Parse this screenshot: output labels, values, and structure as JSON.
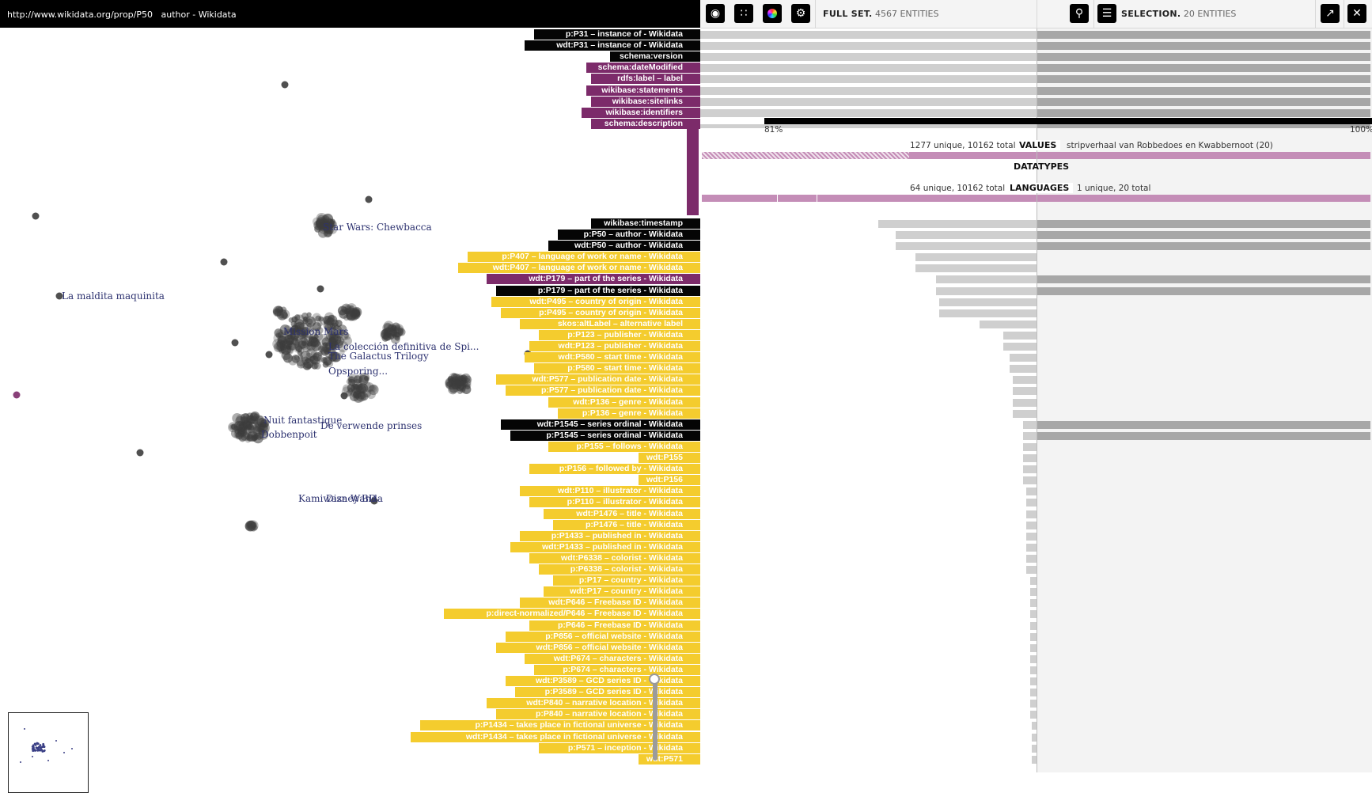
{
  "window": {
    "url": "http://www.wikidata.org/prop/P50",
    "title": "author - Wikidata"
  },
  "toolbar": {
    "full_set_label": "FULL SET.",
    "full_set_count": "4567 ENTITIES",
    "selection_label": "SELECTION.",
    "selection_count": "20 ENTITIES",
    "icons": [
      "eye-icon",
      "scatter-icon",
      "color-wheel-icon",
      "gear-icon",
      "search-icon",
      "list-icon",
      "export-icon",
      "close-icon"
    ]
  },
  "plot": {
    "labels": [
      "Star Wars: Chewbacca",
      "La maldita maquinita",
      "Mission Mars",
      "La colección definitiva de Spi...",
      "The Galactus Trilogy",
      "Opsporing...",
      "Nuit fantastique",
      "De verwende prinses",
      "Dobbenpoit",
      "Kamiwaza Wanda",
      "Disney BD"
    ]
  },
  "details": {
    "completeness_left": "81%",
    "completeness_right": "100%",
    "values_stats": "1277 unique, 10162 total",
    "values_label": "VALUES",
    "values_selection": "stripverhaal van Robbedoes en Kwabbernoot (20)",
    "datatypes_label": "DATATYPES",
    "languages_stats": "64 unique, 10162 total",
    "languages_label": "LANGUAGES",
    "languages_selection": "1 unique, 20 total"
  },
  "colors": {
    "black": "#050505",
    "purple": "#7c2b6a",
    "yellow": "#f4cc2e",
    "dot": "#3d3d3d",
    "label": "#2d3270"
  },
  "properties": [
    {
      "label": "p:P31 – instance of - Wikidata",
      "color": "black",
      "full": 1.0,
      "sel": 1.0
    },
    {
      "label": "wdt:P31 – instance of - Wikidata",
      "color": "black",
      "full": 1.0,
      "sel": 1.0
    },
    {
      "label": "schema:version",
      "color": "black",
      "full": 1.0,
      "sel": 1.0
    },
    {
      "label": "schema:dateModified",
      "color": "purple",
      "full": 1.0,
      "sel": 1.0
    },
    {
      "label": "rdfs:label – label",
      "color": "purple",
      "full": 1.0,
      "sel": 1.0
    },
    {
      "label": "wikibase:statements",
      "color": "purple",
      "full": 1.0,
      "sel": 1.0
    },
    {
      "label": "wikibase:sitelinks",
      "color": "purple",
      "full": 1.0,
      "sel": 1.0
    },
    {
      "label": "wikibase:identifiers",
      "color": "purple",
      "full": 1.0,
      "sel": 1.0
    },
    {
      "label": "schema:description",
      "color": "purple",
      "full": 1.0,
      "sel": 1.0,
      "expanded": true
    },
    {
      "label": "wikibase:timestamp",
      "color": "black",
      "full": 0.47,
      "sel": 1.0
    },
    {
      "label": "p:P50 – author - Wikidata",
      "color": "black",
      "full": 0.42,
      "sel": 1.0
    },
    {
      "label": "wdt:P50 – author - Wikidata",
      "color": "black",
      "full": 0.42,
      "sel": 1.0
    },
    {
      "label": "p:P407 – language of work or name - Wikidata",
      "color": "yellow",
      "full": 0.36,
      "sel": 0
    },
    {
      "label": "wdt:P407 – language of work or name - Wikidata",
      "color": "yellow",
      "full": 0.36,
      "sel": 0
    },
    {
      "label": "wdt:P179 – part of the series - Wikidata",
      "color": "purple",
      "full": 0.3,
      "sel": 1.0
    },
    {
      "label": "p:P179 – part of the series - Wikidata",
      "color": "black",
      "full": 0.3,
      "sel": 1.0
    },
    {
      "label": "wdt:P495 – country of origin - Wikidata",
      "color": "yellow",
      "full": 0.29,
      "sel": 0
    },
    {
      "label": "p:P495 – country of origin - Wikidata",
      "color": "yellow",
      "full": 0.29,
      "sel": 0
    },
    {
      "label": "skos:altLabel – alternative label",
      "color": "yellow",
      "full": 0.17,
      "sel": 0
    },
    {
      "label": "p:P123 – publisher - Wikidata",
      "color": "yellow",
      "full": 0.1,
      "sel": 0
    },
    {
      "label": "wdt:P123 – publisher - Wikidata",
      "color": "yellow",
      "full": 0.1,
      "sel": 0
    },
    {
      "label": "wdt:P580 – start time - Wikidata",
      "color": "yellow",
      "full": 0.08,
      "sel": 0
    },
    {
      "label": "p:P580 – start time - Wikidata",
      "color": "yellow",
      "full": 0.08,
      "sel": 0
    },
    {
      "label": "wdt:P577 – publication date - Wikidata",
      "color": "yellow",
      "full": 0.07,
      "sel": 0
    },
    {
      "label": "p:P577 – publication date - Wikidata",
      "color": "yellow",
      "full": 0.07,
      "sel": 0
    },
    {
      "label": "wdt:P136 – genre - Wikidata",
      "color": "yellow",
      "full": 0.07,
      "sel": 0
    },
    {
      "label": "p:P136 – genre - Wikidata",
      "color": "yellow",
      "full": 0.07,
      "sel": 0
    },
    {
      "label": "wdt:P1545 – series ordinal - Wikidata",
      "color": "black",
      "full": 0.04,
      "sel": 1.0
    },
    {
      "label": "p:P1545 – series ordinal - Wikidata",
      "color": "black",
      "full": 0.04,
      "sel": 1.0
    },
    {
      "label": "p:P155 – follows - Wikidata",
      "color": "yellow",
      "full": 0.04,
      "sel": 0
    },
    {
      "label": "wdt:P155",
      "color": "yellow",
      "full": 0.04,
      "sel": 0
    },
    {
      "label": "p:P156 – followed by - Wikidata",
      "color": "yellow",
      "full": 0.04,
      "sel": 0
    },
    {
      "label": "wdt:P156",
      "color": "yellow",
      "full": 0.04,
      "sel": 0
    },
    {
      "label": "wdt:P110 – illustrator - Wikidata",
      "color": "yellow",
      "full": 0.03,
      "sel": 0
    },
    {
      "label": "p:P110 – illustrator - Wikidata",
      "color": "yellow",
      "full": 0.03,
      "sel": 0
    },
    {
      "label": "wdt:P1476 – title - Wikidata",
      "color": "yellow",
      "full": 0.03,
      "sel": 0
    },
    {
      "label": "p:P1476 – title - Wikidata",
      "color": "yellow",
      "full": 0.03,
      "sel": 0
    },
    {
      "label": "p:P1433 – published in - Wikidata",
      "color": "yellow",
      "full": 0.03,
      "sel": 0
    },
    {
      "label": "wdt:P1433 – published in - Wikidata",
      "color": "yellow",
      "full": 0.03,
      "sel": 0
    },
    {
      "label": "wdt:P6338 – colorist - Wikidata",
      "color": "yellow",
      "full": 0.03,
      "sel": 0
    },
    {
      "label": "p:P6338 – colorist - Wikidata",
      "color": "yellow",
      "full": 0.03,
      "sel": 0
    },
    {
      "label": "p:P17 – country - Wikidata",
      "color": "yellow",
      "full": 0.02,
      "sel": 0
    },
    {
      "label": "wdt:P17 – country - Wikidata",
      "color": "yellow",
      "full": 0.02,
      "sel": 0
    },
    {
      "label": "wdt:P646 – Freebase ID - Wikidata",
      "color": "yellow",
      "full": 0.02,
      "sel": 0
    },
    {
      "label": "p:direct-normalized/P646 – Freebase ID - Wikidata",
      "color": "yellow",
      "full": 0.02,
      "sel": 0
    },
    {
      "label": "p:P646 – Freebase ID - Wikidata",
      "color": "yellow",
      "full": 0.02,
      "sel": 0
    },
    {
      "label": "p:P856 – official website - Wikidata",
      "color": "yellow",
      "full": 0.02,
      "sel": 0
    },
    {
      "label": "wdt:P856 – official website - Wikidata",
      "color": "yellow",
      "full": 0.02,
      "sel": 0
    },
    {
      "label": "wdt:P674 – characters - Wikidata",
      "color": "yellow",
      "full": 0.02,
      "sel": 0
    },
    {
      "label": "p:P674 – characters - Wikidata",
      "color": "yellow",
      "full": 0.02,
      "sel": 0
    },
    {
      "label": "wdt:P3589 – GCD series ID - Wikidata",
      "color": "yellow",
      "full": 0.02,
      "sel": 0
    },
    {
      "label": "p:P3589 – GCD series ID - Wikidata",
      "color": "yellow",
      "full": 0.02,
      "sel": 0
    },
    {
      "label": "wdt:P840 – narrative location - Wikidata",
      "color": "yellow",
      "full": 0.02,
      "sel": 0
    },
    {
      "label": "p:P840 – narrative location - Wikidata",
      "color": "yellow",
      "full": 0.02,
      "sel": 0
    },
    {
      "label": "p:P1434 – takes place in fictional universe - Wikidata",
      "color": "yellow",
      "full": 0.01,
      "sel": 0
    },
    {
      "label": "wdt:P1434 – takes place in fictional universe - Wikidata",
      "color": "yellow",
      "full": 0.01,
      "sel": 0
    },
    {
      "label": "p:P571 – inception - Wikidata",
      "color": "yellow",
      "full": 0.01,
      "sel": 0
    },
    {
      "label": "wdt:P571",
      "color": "yellow",
      "full": 0.01,
      "sel": 0
    }
  ]
}
